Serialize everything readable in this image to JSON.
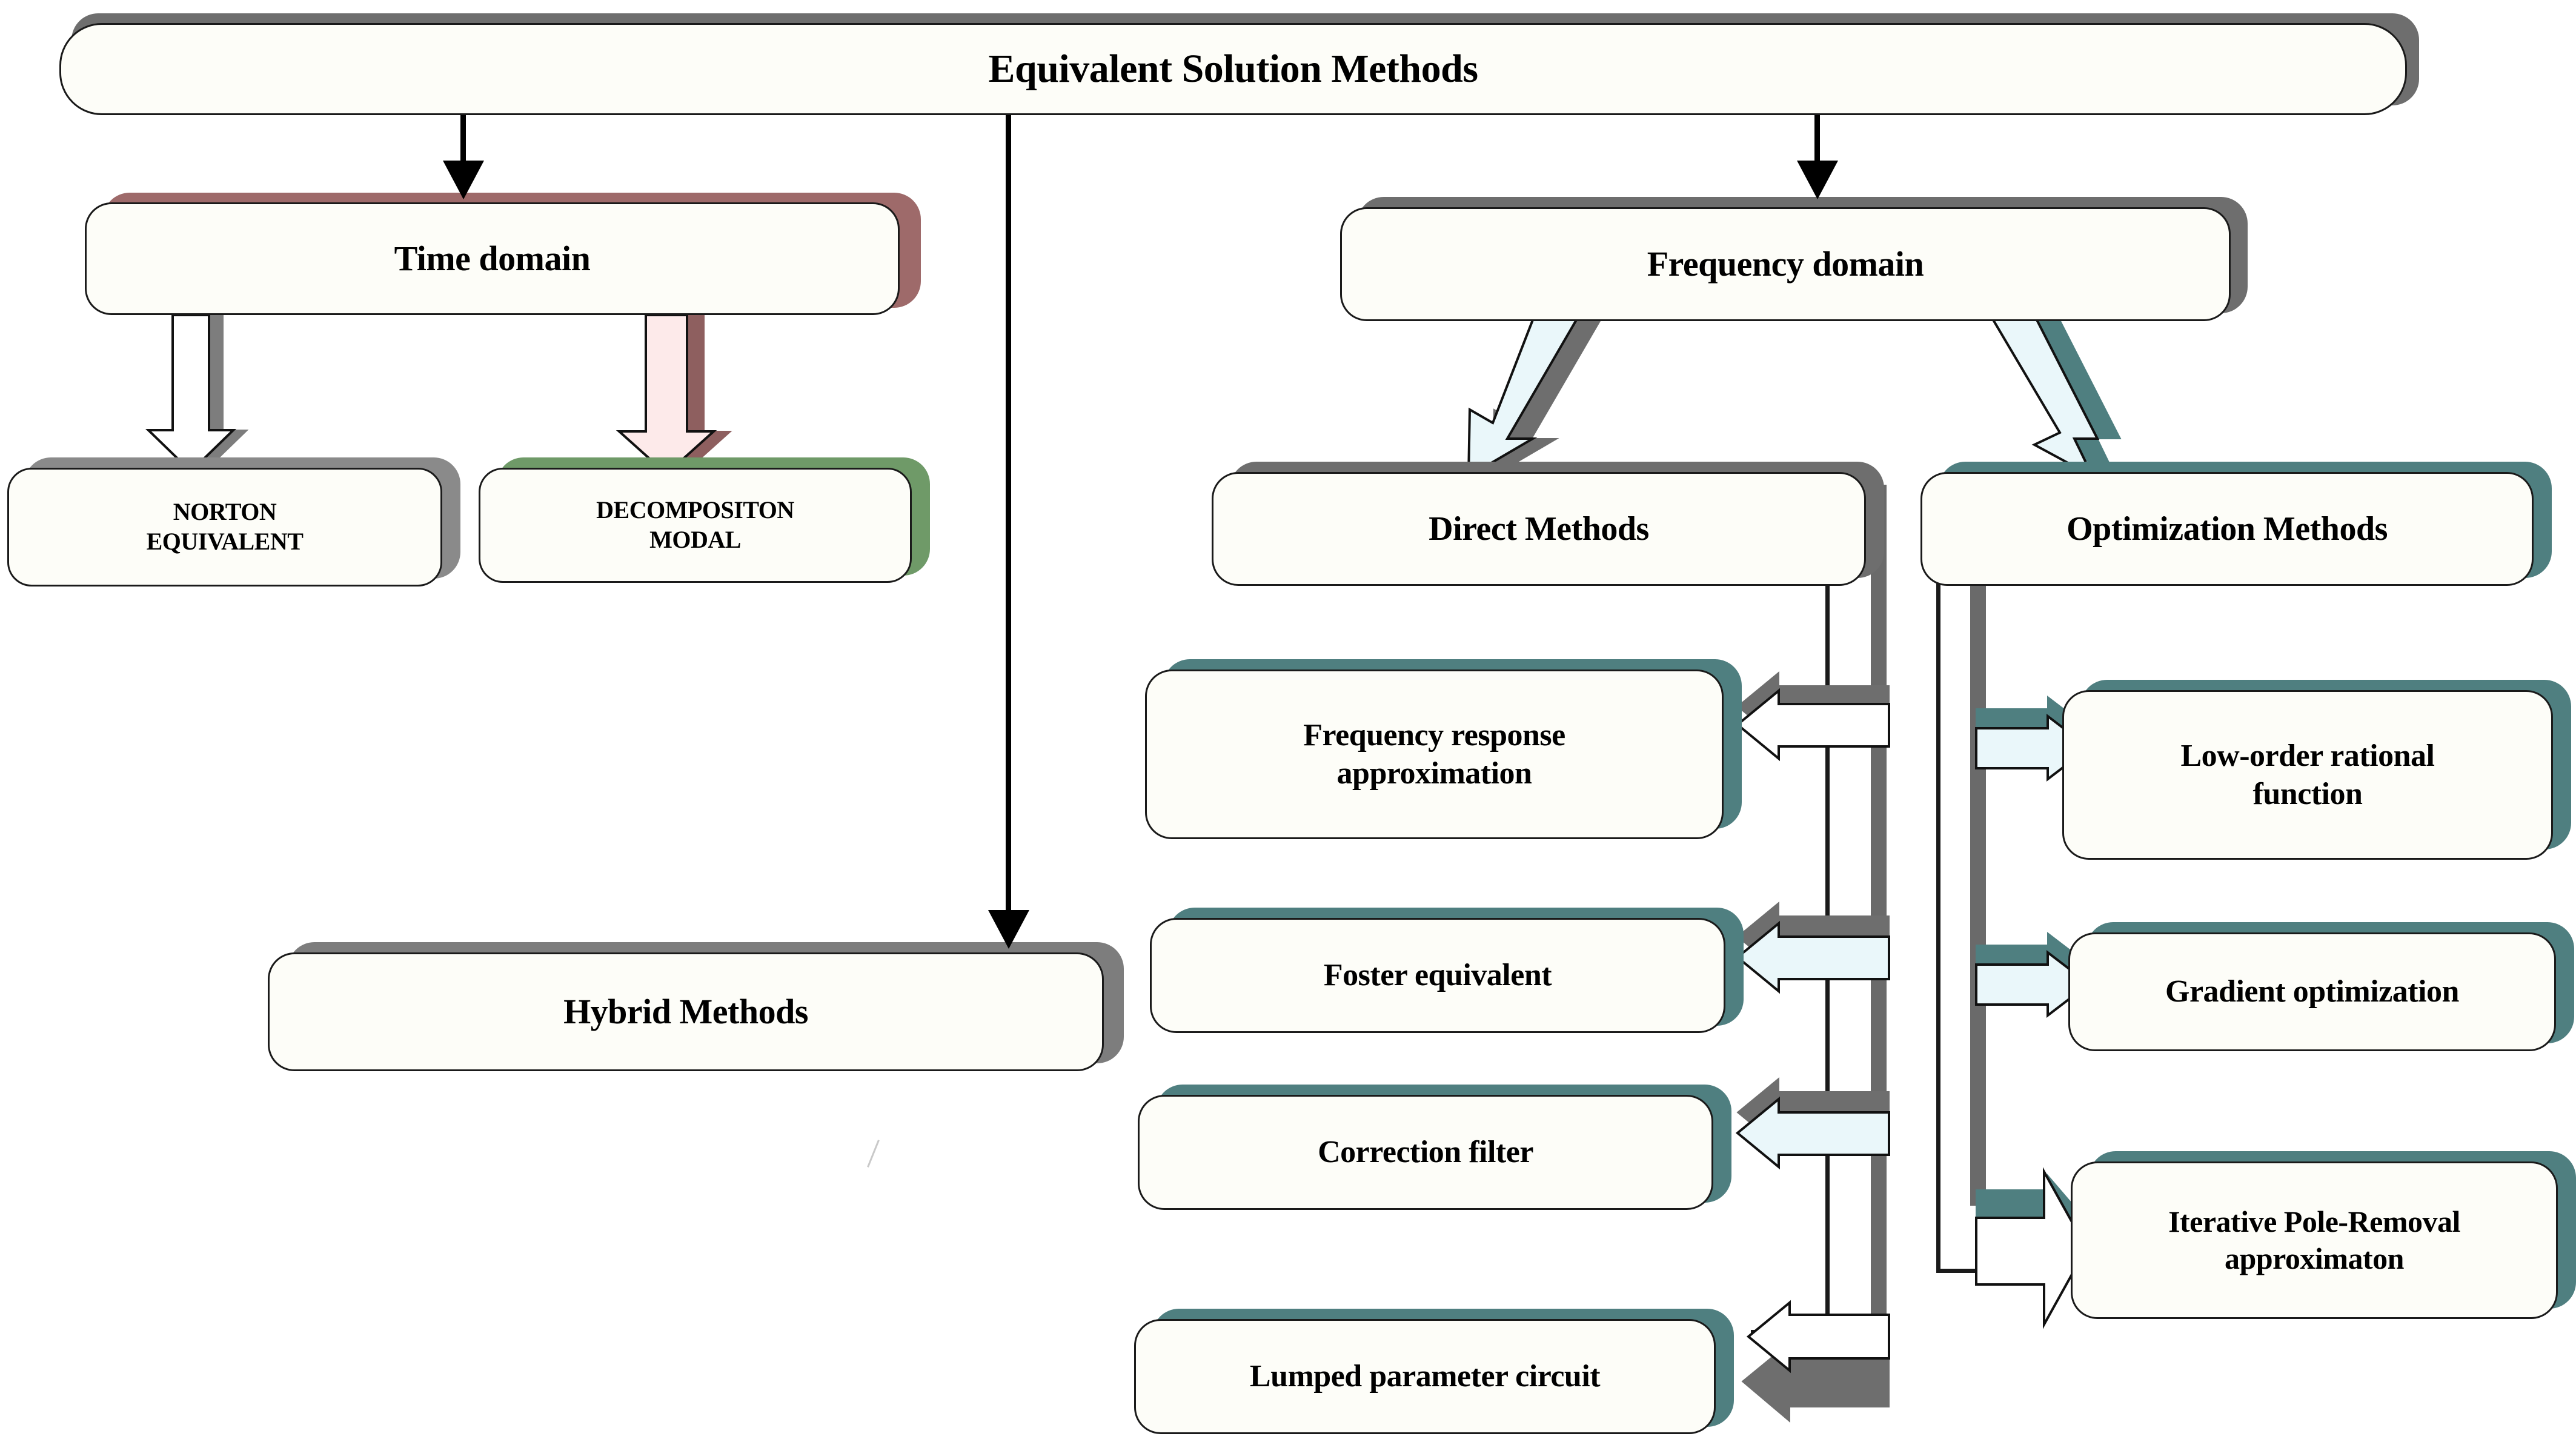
{
  "diagram": {
    "title": "Equivalent Solution Methods",
    "type": "hierarchical flowchart",
    "root": {
      "label": "Equivalent Solution Methods"
    },
    "level1": [
      {
        "id": "time-domain",
        "label": "Time domain",
        "shadow_color": "#9e6a6a"
      },
      {
        "id": "hybrid-methods",
        "label": "Hybrid Methods",
        "shadow_color": "#808080"
      },
      {
        "id": "frequency-domain",
        "label": "Frequency domain",
        "shadow_color": "#6e6e6e"
      }
    ],
    "time_domain_children": [
      {
        "id": "norton-equivalent",
        "label": "NORTON\nEQUIVALENT",
        "shadow_color": "#8a8a8a"
      },
      {
        "id": "decompositon-modal",
        "label": "DECOMPOSITON\nMODAL",
        "shadow_color": "#6f9a68"
      }
    ],
    "frequency_domain_children": [
      {
        "id": "direct-methods",
        "label": "Direct Methods",
        "shadow_color": "#6e6e6e"
      },
      {
        "id": "optimization-methods",
        "label": "Optimization Methods",
        "shadow_color": "#4f7f80"
      }
    ],
    "direct_methods_children": [
      {
        "id": "frequency-response-approximation",
        "label": "Frequency response\napproximation",
        "shadow_color": "#4f7f80"
      },
      {
        "id": "foster-equivalent",
        "label": "Foster equivalent",
        "shadow_color": "#4f7f80"
      },
      {
        "id": "correction-filter",
        "label": "Correction filter",
        "shadow_color": "#4f7f80"
      },
      {
        "id": "lumped-parameter-circuit",
        "label": "Lumped parameter circuit",
        "shadow_color": "#4f7f80"
      }
    ],
    "optimization_methods_children": [
      {
        "id": "low-order-rational-function",
        "label": "Low-order rational\nfunction",
        "shadow_color": "#4f7f80"
      },
      {
        "id": "gradient-optimization",
        "label": "Gradient optimization",
        "shadow_color": "#4f7f80"
      },
      {
        "id": "iterative-pole-removal-approximaton",
        "label": "Iterative Pole-Removal\napproximaton",
        "shadow_color": "#4f7f80"
      }
    ],
    "colors": {
      "node_fill": "#fdfdf8",
      "node_border": "#1a1a1a",
      "arrow_black": "#000000",
      "shadow_grey": "#6e6e6e",
      "shadow_green": "#6f9a68",
      "shadow_maroon": "#9e6a6a",
      "shadow_teal": "#4f7f80",
      "arrow_fill_pink": "#fdeaea",
      "arrow_fill_cyan": "#eaf7fa"
    }
  }
}
